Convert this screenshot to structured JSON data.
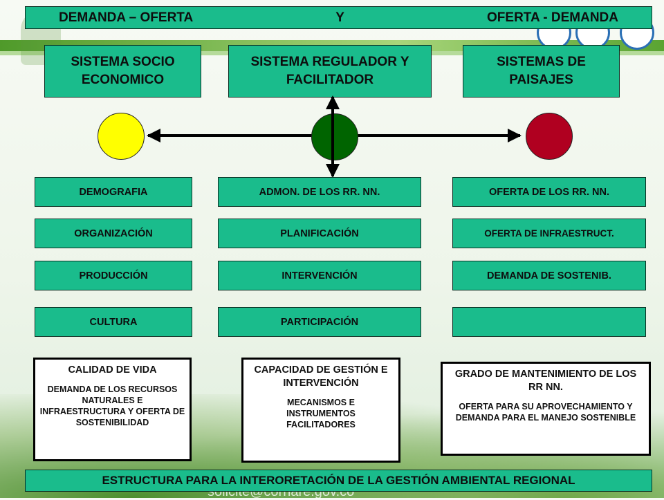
{
  "title": {
    "left": "DEMANDA – OFERTA",
    "middle": "Y",
    "right": "OFERTA - DEMANDA"
  },
  "columns": [
    {
      "header": "SISTEMA SOCIO ECONOMICO",
      "circle_color": "#ffff00",
      "items": [
        "DEMOGRAFIA",
        "ORGANIZACIÓN",
        "PRODUCCIÓN",
        "CULTURA"
      ],
      "outcome": {
        "title": "CALIDAD DE VIDA",
        "body": "DEMANDA DE LOS RECURSOS NATURALES E INFRAESTRUCTURA Y OFERTA DE SOSTENIBILIDAD"
      }
    },
    {
      "header": "SISTEMA REGULADOR Y FACILITADOR",
      "circle_color": "#006400",
      "items": [
        "ADMON. DE LOS RR. NN.",
        "PLANIFICACIÓN",
        "INTERVENCIÓN",
        "PARTICIPACIÓN"
      ],
      "outcome": {
        "title": "CAPACIDAD DE GESTIÓN E INTERVENCIÓN",
        "body": "MECANISMOS E INSTRUMENTOS FACILITADORES"
      }
    },
    {
      "header": "SISTEMAS DE PAISAJES",
      "circle_color": "#b00020",
      "items": [
        "OFERTA DE LOS RR. NN.",
        "OFERTA DE INFRAESTRUCT.",
        "DEMANDA DE SOSTENIB.",
        ""
      ],
      "outcome": {
        "title": "GRADO DE MANTENIMIENTO DE LOS RR NN.",
        "body": "OFERTA PARA SU APROVECHAMIENTO Y DEMANDA PARA EL MANEJO SOSTENIBLE"
      }
    }
  ],
  "footer": "ESTRUCTURA PARA LA INTERORETACIÓN DE LA GESTIÓN AMBIENTAL REGIONAL",
  "background": {
    "email_fragment": "solicite@cornare.gov.co"
  },
  "colors": {
    "box_fill": "#1abc8c",
    "connector": "#000000"
  }
}
